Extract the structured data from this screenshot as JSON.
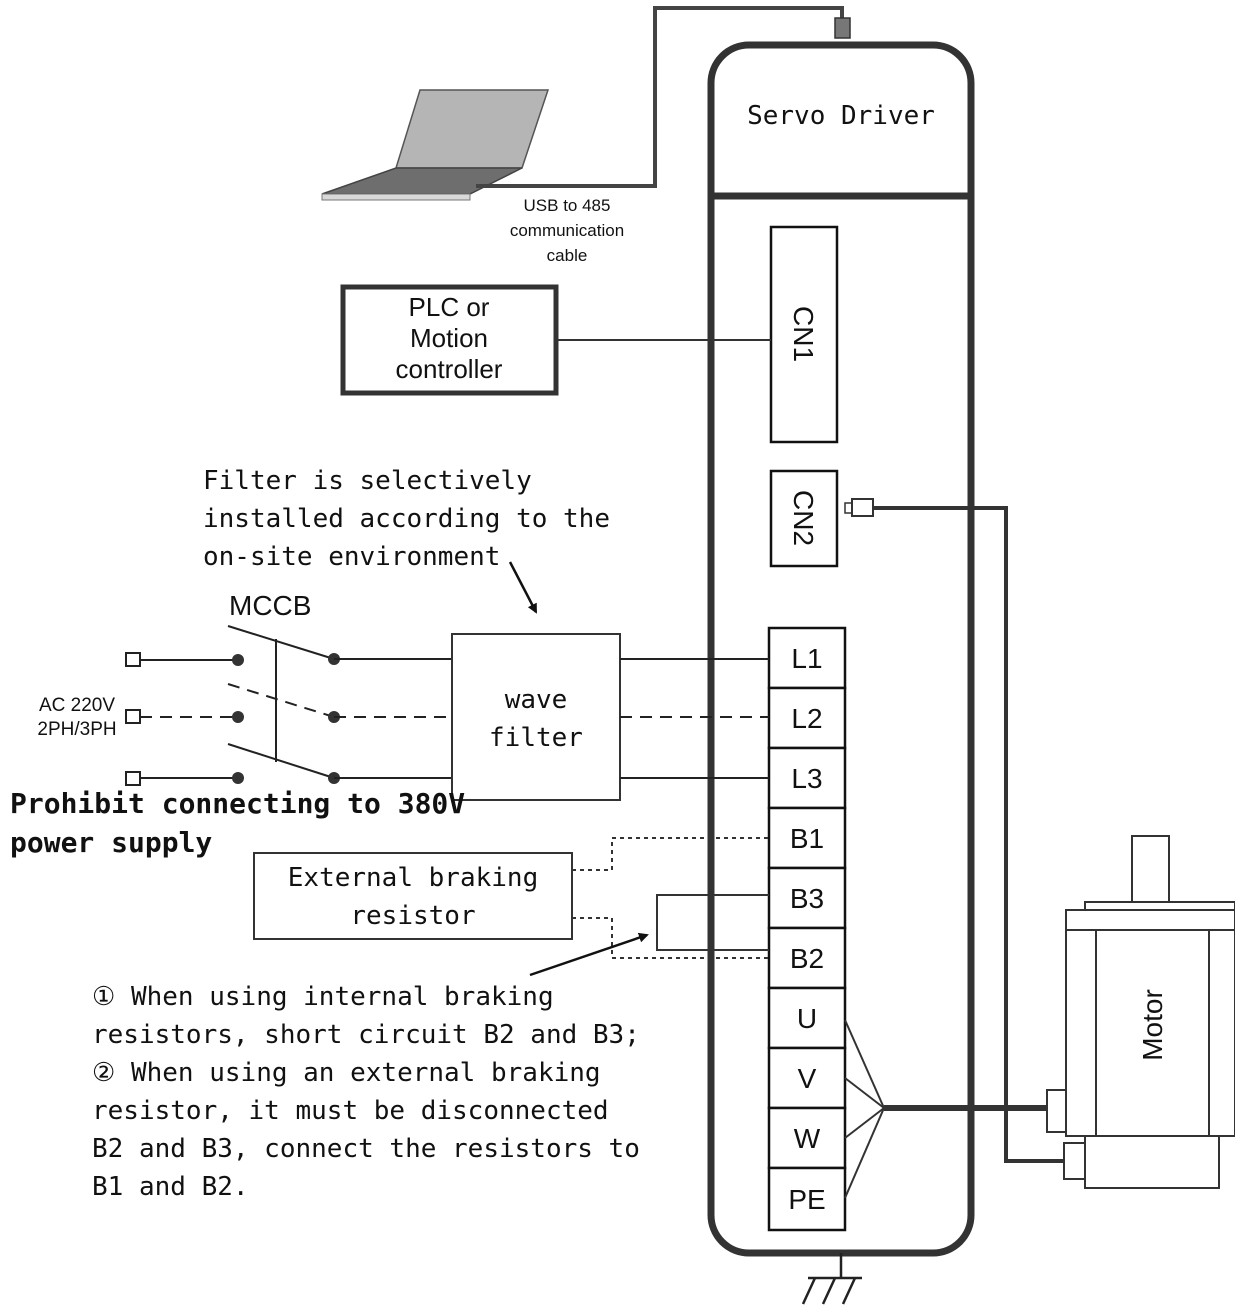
{
  "servo_driver": {
    "title": "Servo Driver",
    "connectors": {
      "cn1": "CN1",
      "cn2": "CN2"
    },
    "terminals": [
      "L1",
      "L2",
      "L3",
      "B1",
      "B3",
      "B2",
      "U",
      "V",
      "W",
      "PE"
    ]
  },
  "laptop": {
    "cable_label": [
      "USB to 485",
      "communication",
      "cable"
    ]
  },
  "plc": {
    "label": [
      "PLC or",
      "Motion",
      "controller"
    ]
  },
  "filter_note": {
    "lines": [
      "Filter is selectively",
      "installed according to the",
      "on-site environment"
    ]
  },
  "mccb": {
    "label": "MCCB"
  },
  "ac_input": {
    "lines": [
      "AC 220V",
      "2PH/3PH"
    ]
  },
  "wave_filter": {
    "lines": [
      "wave",
      "filter"
    ]
  },
  "warning": {
    "lines": [
      "Prohibit connecting to 380V",
      "power supply"
    ]
  },
  "braking_resistor": {
    "lines": [
      "External braking",
      "resistor"
    ]
  },
  "braking_note": {
    "lines": [
      "① When using internal braking",
      "resistors, short circuit B2 and B3;",
      "② When using an external braking",
      "resistor, it must be disconnected",
      "B2 and B3, connect the resistors to",
      "B1 and B2."
    ]
  },
  "motor": {
    "label": "Motor"
  }
}
